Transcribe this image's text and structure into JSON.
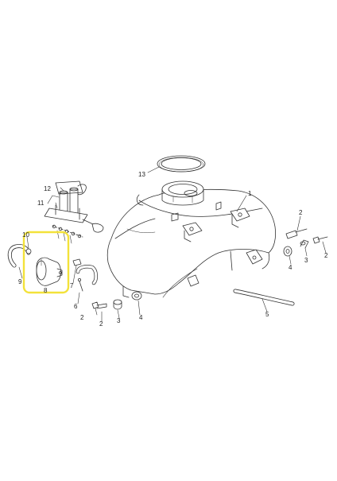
{
  "diagram": {
    "callouts": {
      "c1": "1",
      "c2a": "2",
      "c2b": "2",
      "c2c": "2",
      "c2d": "2",
      "c3a": "3",
      "c3b": "3",
      "c4a": "4",
      "c4b": "4",
      "c5": "5",
      "c6": "6",
      "c7": "7",
      "c8": "8",
      "c9": "9",
      "c10": "10",
      "c11": "11",
      "c12": "12",
      "c13": "13"
    },
    "highlight_color": "#f3e23a",
    "line_color": "#333333"
  }
}
